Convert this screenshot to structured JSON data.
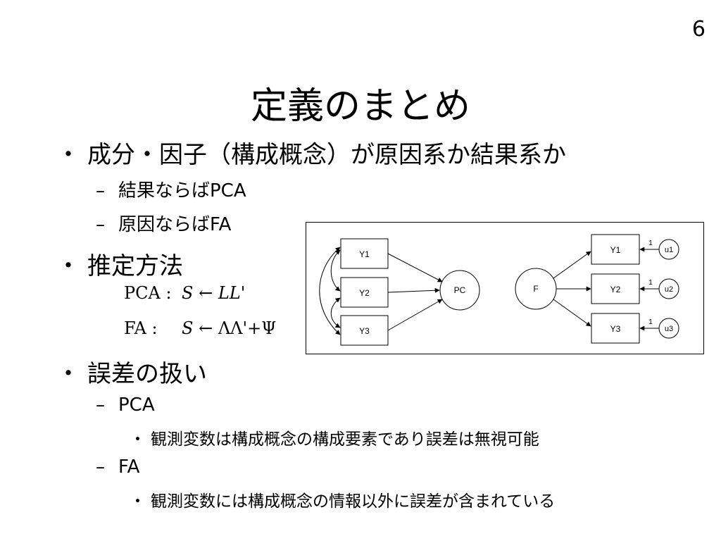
{
  "slide": {
    "page_number": "6",
    "title": "定義のまとめ",
    "bullets": [
      {
        "mark": "・",
        "text": "成分・因子（構成概念）が原因系か結果系か",
        "sub": [
          {
            "mark": "–",
            "text": "結果ならばPCA"
          },
          {
            "mark": "–",
            "text": "原因ならばFA"
          }
        ]
      },
      {
        "mark": "・",
        "text": "推定方法",
        "formulas": [
          {
            "label": "PCA :",
            "lhs": "S",
            "arrow": "←",
            "rhs": "LL'"
          },
          {
            "label": "FA :",
            "lhs": "S",
            "arrow": "←",
            "rhs": "ΛΛ'+Ψ"
          }
        ]
      },
      {
        "mark": "・",
        "text": "誤差の扱い",
        "sub": [
          {
            "mark": "–",
            "text": "PCA",
            "detail": {
              "mark": "・",
              "text": "観測変数は構成概念の構成要素であり誤差は無視可能"
            }
          },
          {
            "mark": "–",
            "text": "FA",
            "detail": {
              "mark": "・",
              "text": "観測変数には構成概念の情報以外に誤差が含まれている"
            }
          }
        ]
      }
    ]
  },
  "diagram": {
    "pca_model": {
      "indicators": [
        "Y1",
        "Y2",
        "Y3"
      ],
      "component": "PC"
    },
    "fa_model": {
      "factor": "F",
      "indicators": [
        "Y1",
        "Y2",
        "Y3"
      ],
      "errors": [
        "u1",
        "u2",
        "u3"
      ],
      "error_loading": "1"
    }
  }
}
